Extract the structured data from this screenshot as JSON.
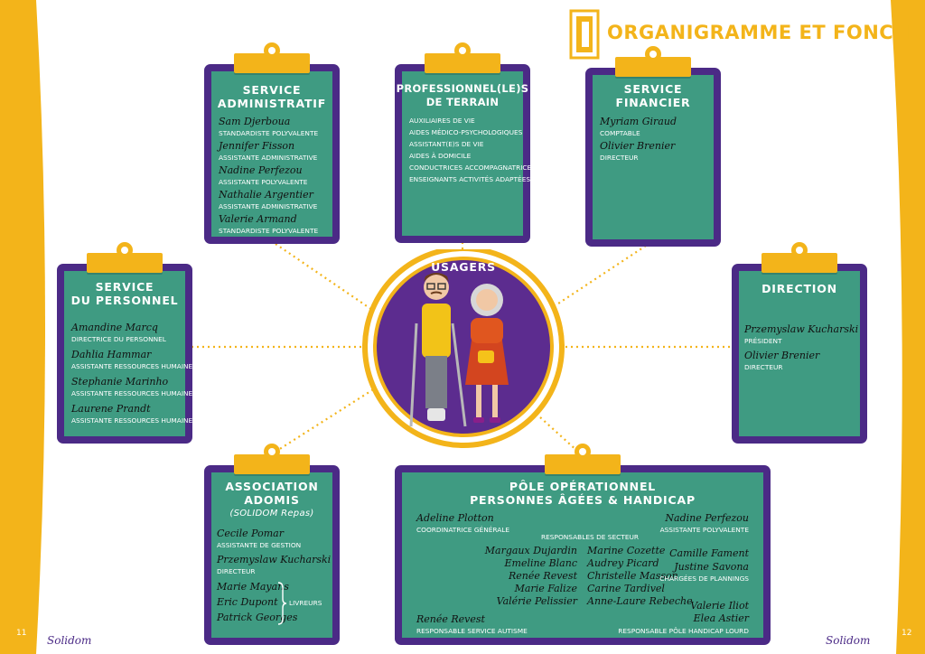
{
  "page_title": "ORGANIGRAMME ET FONCTIONS",
  "colors": {
    "accent_yellow": "#f3b41a",
    "frame_purple": "#4b2a86",
    "board_green": "#3f9b82"
  },
  "center": {
    "title": "USAGERS"
  },
  "admin": {
    "title_l1": "SERVICE",
    "title_l2": "ADMINISTRATIF",
    "people": [
      {
        "name": "Sam Djerboua",
        "role": "STANDARDISTE POLYVALENTE"
      },
      {
        "name": "Jennifer Fisson",
        "role": "ASSISTANTE ADMINISTRATIVE"
      },
      {
        "name": "Nadine Perfezou",
        "role": "ASSISTANTE POLYVALENTE"
      },
      {
        "name": "Nathalie Argentier",
        "role": "ASSISTANTE ADMINISTRATIVE"
      },
      {
        "name": "Valerie Armand",
        "role": "STANDARDISTE POLYVALENTE"
      }
    ]
  },
  "terrain": {
    "title_l1": "PROFESSIONNEL(LE)S",
    "title_l2": "DE TERRAIN",
    "items": [
      "AUXILIAIRES DE VIE",
      "AIDES MÉDICO-PSYCHOLOGIQUES",
      "ASSISTANT(E)S DE VIE",
      "AIDES À DOMICILE",
      "CONDUCTRICES ACCOMPAGNATRICES",
      "ENSEIGNANTS ACTIVITÉS ADAPTÉES"
    ]
  },
  "financier": {
    "title_l1": "SERVICE",
    "title_l2": "FINANCIER",
    "people": [
      {
        "name": "Myriam Giraud",
        "role": "COMPTABLE"
      },
      {
        "name": "Olivier Brenier",
        "role": "DIRECTEUR"
      }
    ]
  },
  "personnel": {
    "title_l1": "SERVICE",
    "title_l2": "DU PERSONNEL",
    "people": [
      {
        "name": "Amandine Marcq",
        "role": "DIRECTRICE DU PERSONNEL"
      },
      {
        "name": "Dahlia Hammar",
        "role": "ASSISTANTE RESSOURCES HUMAINES"
      },
      {
        "name": "Stephanie Marinho",
        "role": "ASSISTANTE RESSOURCES HUMAINES"
      },
      {
        "name": "Laurene Prandt",
        "role": "ASSISTANTE RESSOURCES HUMAINES"
      }
    ]
  },
  "direction": {
    "title": "DIRECTION",
    "people": [
      {
        "name": "Przemyslaw Kucharski",
        "role": "PRÉSIDENT"
      },
      {
        "name": "Olivier Brenier",
        "role": "DIRECTEUR"
      }
    ]
  },
  "adomis": {
    "title_l1": "ASSOCIATION",
    "title_l2": "ADOMIS",
    "subtitle": "(SOLIDOM Repas)",
    "people": [
      {
        "name": "Cecile Pomar",
        "role": "ASSISTANTE DE GESTION"
      },
      {
        "name": "Przemyslaw Kucharski",
        "role": "DIRECTEUR"
      }
    ],
    "drivers": [
      "Marie Mayans",
      "Eric Dupont",
      "Patrick Georges"
    ],
    "drivers_label": "LIVREURS"
  },
  "pole": {
    "title_l1": "PÔLE OPÉRATIONNEL",
    "title_l2": "PERSONNES ÂGÉES & HANDICAP",
    "coord_name": "Adeline Plotton",
    "coord_role": "COORDINATRICE GÉNÉRALE",
    "sector_label": "RESPONSABLES DE SECTEUR",
    "sector_col1": [
      "Margaux Dujardin",
      "Emeline Blanc",
      "Renée Revest",
      "Marie Falize",
      "Valérie Pelissier"
    ],
    "sector_col2": [
      "Marine Cozette",
      "Audrey Picard",
      "Christelle Masson",
      "Carine Tardivel",
      "Anne-Laure Rebeche"
    ],
    "poly_name": "Nadine Perfezou",
    "poly_role": "ASSISTANTE POLYVALENTE",
    "planning_names": [
      "Camille Fament",
      "Justine Savona"
    ],
    "planning_role": "CHARGÉES DE PLANNINGS",
    "autism_name": "Renée Revest",
    "autism_role": "RESPONSABLE SERVICE AUTISME",
    "handicap_names": [
      "Valerie Iliot",
      "Elea Astier"
    ],
    "handicap_role": "RESPONSABLE PÔLE HANDICAP LOURD"
  },
  "footer": {
    "page_left": "11",
    "page_right": "12",
    "logo": "Solidom"
  }
}
